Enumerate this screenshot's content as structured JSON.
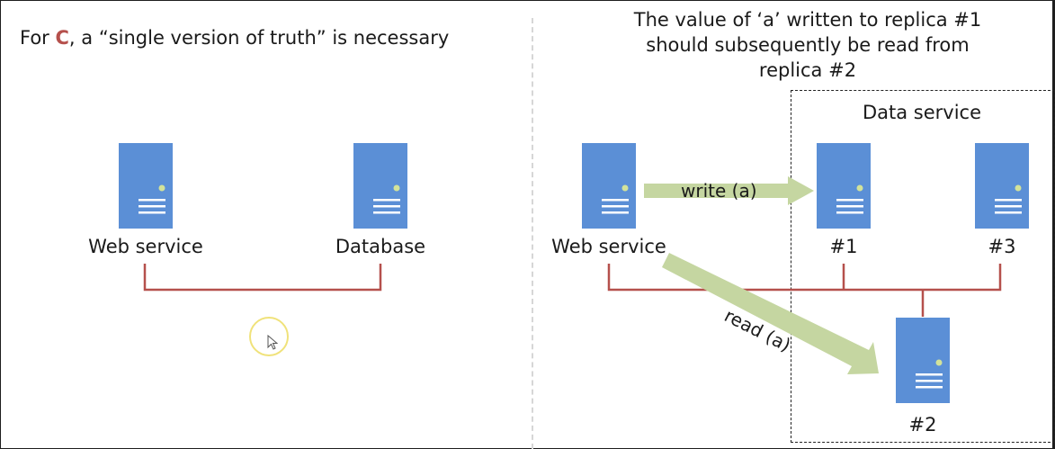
{
  "left_panel": {
    "title_prefix": "For ",
    "title_highlight": "C",
    "title_suffix": ", a “single version of truth” is necessary",
    "web_service_label": "Web service",
    "database_label": "Database"
  },
  "right_panel": {
    "title_line1": "The value of ‘a’ written to replica #1",
    "title_line2": "should subsequently be read from",
    "title_line3": "replica #2",
    "data_service_label": "Data service",
    "web_service_label": "Web service",
    "replica1_label": "#1",
    "replica2_label": "#2",
    "replica3_label": "#3",
    "write_label": "write (a)",
    "read_label": "read (a)"
  },
  "colors": {
    "server_fill": "#5b8fd6",
    "link_line": "#b5504c",
    "arrow_fill": "#c5d6a1",
    "highlight": "#b5504c"
  }
}
